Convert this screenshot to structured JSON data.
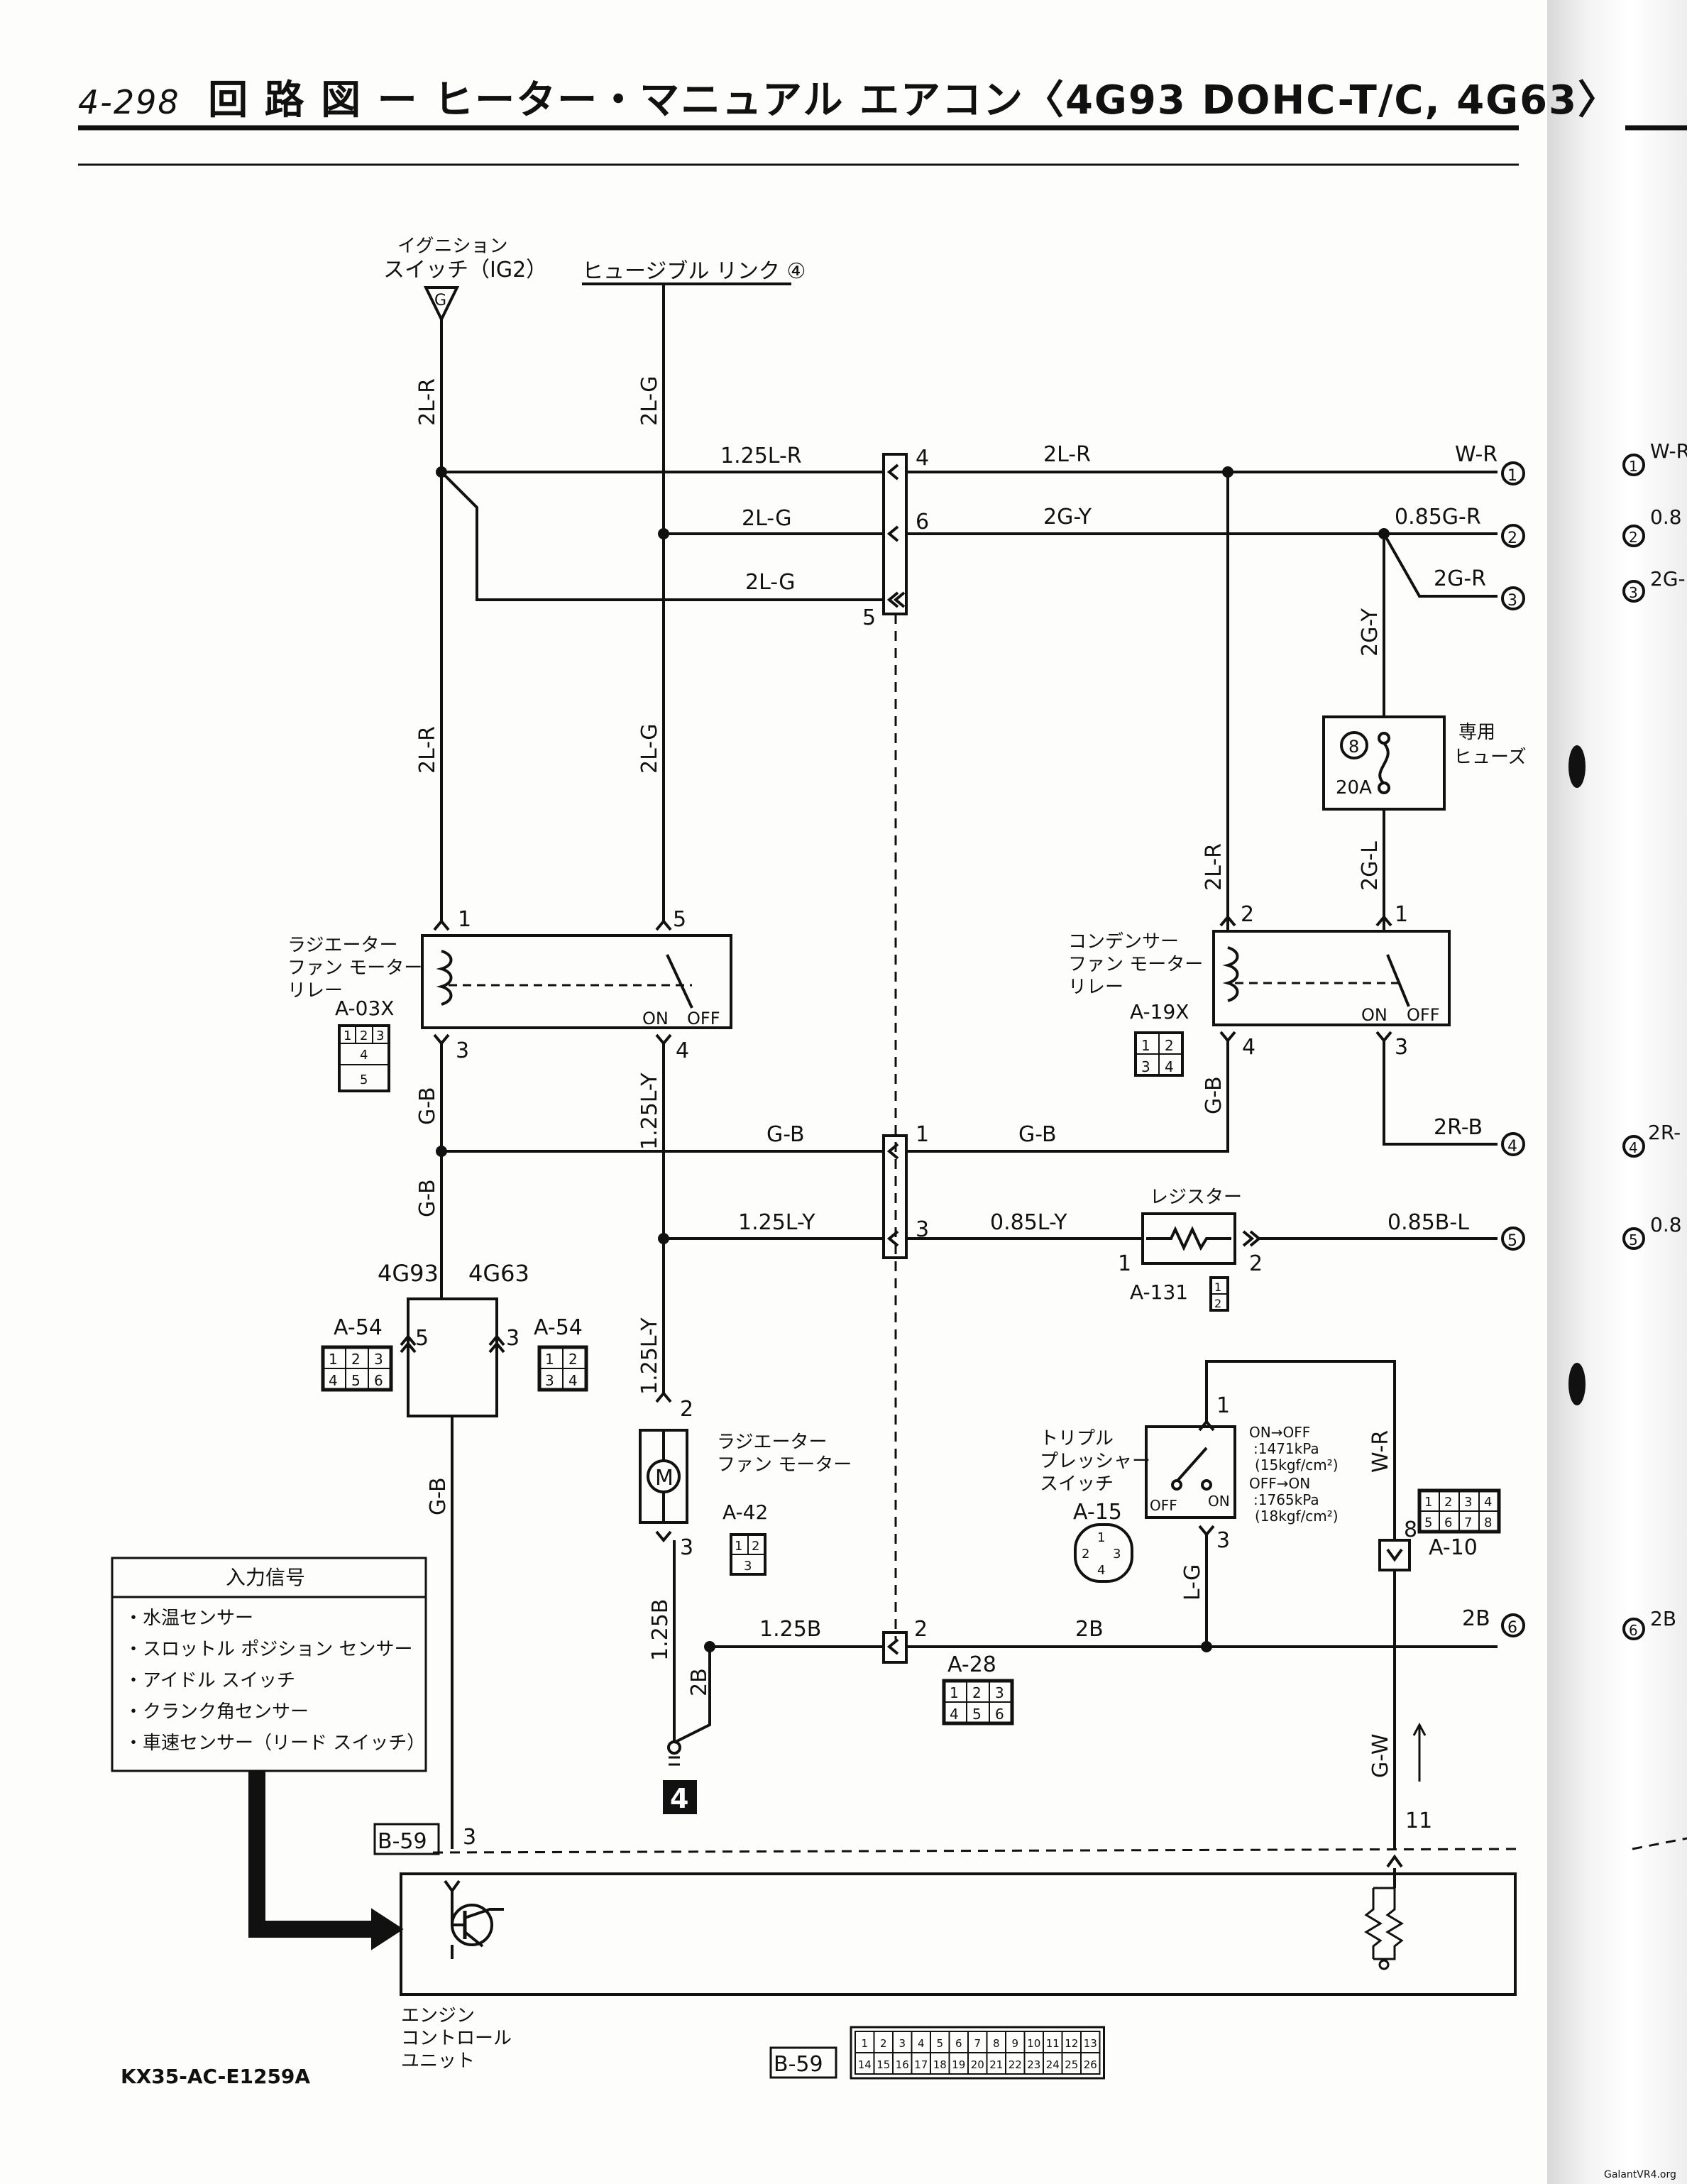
{
  "header": {
    "page_number": "4-298",
    "title": "回 路 図 ー ヒーター・マニュアル エアコン〈4G93 DOHC-T/C, 4G63〉"
  },
  "footer": {
    "diagram_code": "KX35-AC-E1259A",
    "watermark": "GalantVR4.org"
  },
  "sources": {
    "ignition_label_1": "イグニション",
    "ignition_label_2": "スイッチ（IG2）",
    "ignition_terminal": "G",
    "fusible_link": "ヒュージブル リンク ④"
  },
  "wires": {
    "w_2LR": "2L-R",
    "w_2LG": "2L-G",
    "w_125LR": "1.25L-R",
    "w_2GY": "2G-Y",
    "w_WR": "W-R",
    "w_085GR": "0.85G-R",
    "w_2GR": "2G-R",
    "w_2GL": "2G-L",
    "w_GB": "G-B",
    "w_125LY": "1.25L-Y",
    "w_085LY": "0.85L-Y",
    "w_085BL": "0.85B-L",
    "w_2RB": "2R-B",
    "w_125B": "1.25B",
    "w_2B": "2B",
    "w_LG": "L-G",
    "w_GW": "G-W"
  },
  "pins": {
    "p1": "1",
    "p2": "2",
    "p3": "3",
    "p4": "4",
    "p5": "5",
    "p6": "6",
    "p8": "8",
    "p11": "11"
  },
  "terminals": [
    "①",
    "②",
    "③",
    "④",
    "⑤",
    "⑥"
  ],
  "components": {
    "fuse_label_1": "専用",
    "fuse_label_2": "ヒューズ",
    "fuse_number": "8",
    "fuse_rating": "20A",
    "rad_relay_1": "ラジエーター",
    "rad_relay_2": "ファン モーター",
    "rad_relay_3": "リレー",
    "rad_relay_id": "A-03X",
    "cond_relay_1": "コンデンサー",
    "cond_relay_2": "ファン モーター",
    "cond_relay_3": "リレー",
    "cond_relay_id": "A-19X",
    "relay_on": "ON",
    "relay_off": "OFF",
    "resistor_label": "レジスター",
    "resistor_id": "A-131",
    "motor_1": "ラジエーター",
    "motor_2": "ファン モーター",
    "motor_id": "A-42",
    "motor_symbol": "M",
    "pressure_1": "トリプル",
    "pressure_2": "プレッシャー",
    "pressure_3": "スイッチ",
    "pressure_id": "A-15",
    "spec_1": "ON→OFF",
    "spec_2": ":1471kPa",
    "spec_3": "(15kgf/cm²)",
    "spec_4": "OFF→ON",
    "spec_5": ":1765kPa",
    "spec_6": "(18kgf/cm²)",
    "connector_A10": "A-10",
    "connector_A28": "A-28",
    "connector_A54": "A-54",
    "variant_4G93": "4G93",
    "variant_4G63": "4G63",
    "ground_number": "4",
    "ecu_1": "エンジン",
    "ecu_2": "コントロール",
    "ecu_3": "ユニット",
    "ecu_connector": "B-59"
  },
  "input_box": {
    "title": "入力信号",
    "items": [
      "・水温センサー",
      "・スロットル ポジション センサー",
      "・アイドル スイッチ",
      "・クランク角センサー",
      "・車速センサー（リード スイッチ）"
    ]
  },
  "connector_faces": {
    "a03x": [
      "1",
      "2",
      "3",
      "4",
      "5"
    ],
    "quad": [
      "1",
      "2",
      "3",
      "4"
    ],
    "a54_6": [
      "1",
      "2",
      "3",
      "4",
      "5",
      "6"
    ],
    "tri": [
      "1",
      "2",
      "3"
    ],
    "a10": [
      "1",
      "2",
      "3",
      "4",
      "5",
      "6",
      "7",
      "8"
    ],
    "b59_row1": [
      "1",
      "2",
      "3",
      "4",
      "5",
      "6",
      "7",
      "8",
      "9",
      "10",
      "11",
      "12",
      "13"
    ],
    "b59_row2": [
      "14",
      "15",
      "16",
      "17",
      "18",
      "19",
      "20",
      "21",
      "22",
      "23",
      "24",
      "25",
      "26"
    ]
  },
  "right_page": {
    "w_WR": "W-R",
    "w_085": "0.8",
    "w_2G": "2G-",
    "w_2R": "2R-",
    "w_08": "0.8",
    "w_2B": "2B"
  }
}
